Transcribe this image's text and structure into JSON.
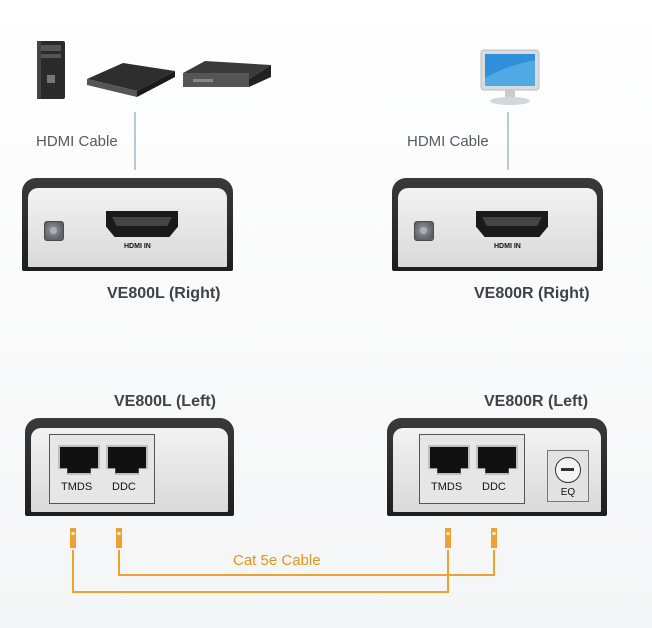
{
  "top_left": {
    "cable_label": "HDMI Cable"
  },
  "top_right": {
    "cable_label": "HDMI Cable"
  },
  "ve800l_right": {
    "title": "VE800L (Right)",
    "port_label": "HDMI IN"
  },
  "ve800r_right": {
    "title": "VE800R (Right)",
    "port_label": "HDMI IN"
  },
  "ve800l_left": {
    "title": "VE800L (Left)",
    "port1": "TMDS",
    "port2": "DDC"
  },
  "ve800r_left": {
    "title": "VE800R (Left)",
    "port1": "TMDS",
    "port2": "DDC",
    "eq_label": "EQ"
  },
  "cat_cable": {
    "label": "Cat 5e Cable"
  },
  "colors": {
    "cable": "#f0a030",
    "connector_line": "#9fb8cc"
  },
  "icons": [
    "pc-tower-icon",
    "dvd-player-icon",
    "set-top-box-icon",
    "monitor-icon"
  ]
}
